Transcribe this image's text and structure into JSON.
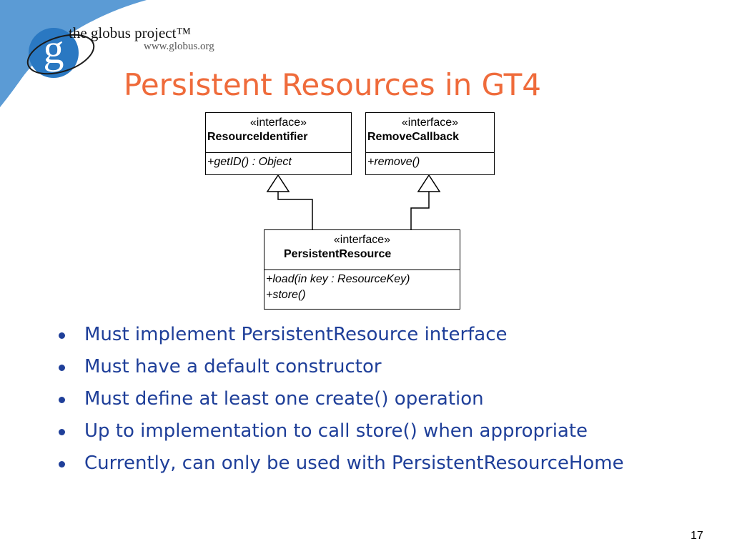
{
  "logo": {
    "letter": "g",
    "name": "the globus project™",
    "url": "www.globus.org"
  },
  "title": "Persistent Resources in GT4",
  "diagram": {
    "resource_identifier": {
      "stereotype": "«interface»",
      "name": "ResourceIdentifier",
      "operations": [
        "+getID() : Object"
      ]
    },
    "remove_callback": {
      "stereotype": "«interface»",
      "name": "RemoveCallback",
      "operations": [
        "+remove()"
      ]
    },
    "persistent_resource": {
      "stereotype": "«interface»",
      "name": "PersistentResource",
      "operations": [
        "+load(in key : ResourceKey)",
        "+store()"
      ]
    }
  },
  "bullets": [
    "Must implement PersistentResource interface",
    "Must have a default constructor",
    "Must define at least one create() operation",
    "Up to implementation to call store() when appropriate",
    "Currently, can only be used with PersistentResourceHome"
  ],
  "page_number": "17",
  "colors": {
    "title": "#ef6b3b",
    "bullet_text": "#1f3f99",
    "logo_blue": "#2a78c2",
    "swoosh": "#5b9bd5"
  }
}
